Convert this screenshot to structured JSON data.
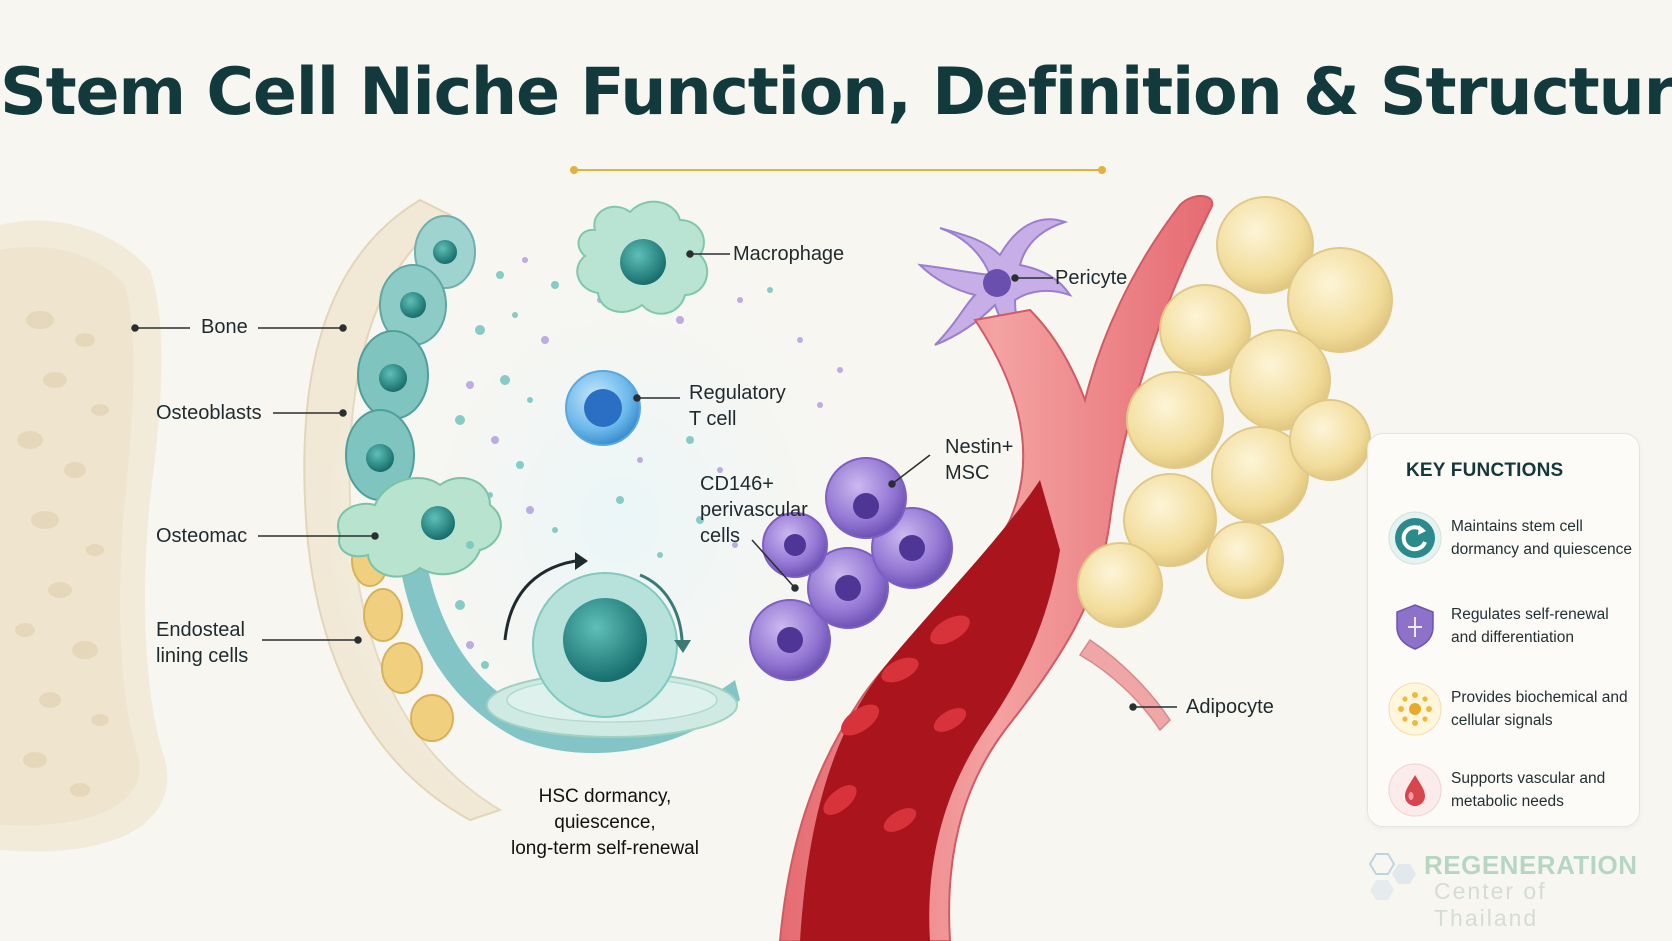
{
  "title": "Stem Cell Niche Function, Definition & Structure",
  "colors": {
    "title": "#123a3c",
    "accent_rule": "#e3b23c",
    "vessel": "#e9787a",
    "teal": "#2a8a8c",
    "purple": "#8e72c9",
    "adipocyte": "#f1dc9e"
  },
  "labels": {
    "bone": "Bone",
    "osteoblasts": "Osteoblasts",
    "osteomac": "Osteomac",
    "endosteal": "Endosteal\nlining cells",
    "macrophage": "Macrophage",
    "regulatory_t": "Regulatory\nT cell",
    "pericyte": "Pericyte",
    "nestin": "Nestin+\nMSC",
    "cd146": "CD146+\nperivascular\ncells",
    "adipocyte": "Adipocyte",
    "hsc": "HSC dormancy,\nquiescence,\nlong-term self-renewal"
  },
  "key_functions": {
    "heading": "KEY FUNCTIONS",
    "items": [
      {
        "text": "Maintains stem cell dormancy and quiescence",
        "icon": "cycle-icon"
      },
      {
        "text": "Regulates self-renewal and differentiation",
        "icon": "shield-icon"
      },
      {
        "text": "Provides biochemical and cellular signals",
        "icon": "signal-dots-icon"
      },
      {
        "text": "Supports vascular and metabolic needs",
        "icon": "blood-drop-icon"
      }
    ]
  },
  "watermark": {
    "line1": "REGENERATION",
    "line2": "Center of Thailand"
  }
}
